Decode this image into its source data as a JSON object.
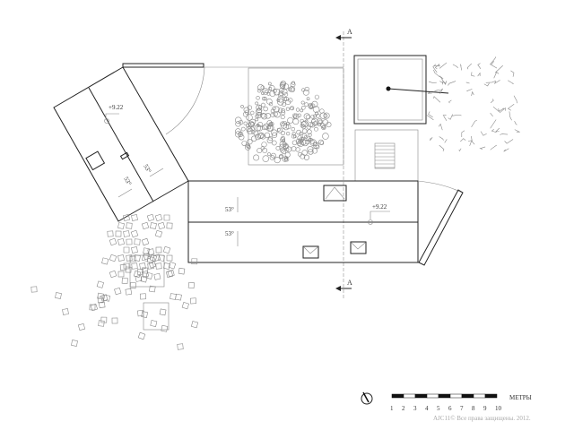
{
  "section": {
    "label_top": "A",
    "label_bottom": "A"
  },
  "left_roof": {
    "elevation": "+9.22",
    "slope_a": "53°",
    "slope_b": "53°"
  },
  "main_roof": {
    "elevation": "+9.22",
    "slope_a": "53°",
    "slope_b": "53°"
  },
  "scale_bar": {
    "unit": "МЕТРЫ",
    "ticks": [
      "1",
      "2",
      "3",
      "4",
      "5",
      "6",
      "7",
      "8",
      "9",
      "10"
    ]
  },
  "copyright": "AJC11© Все права защищены. 2012.",
  "colors": {
    "line": "#222222",
    "thin": "#888888"
  }
}
